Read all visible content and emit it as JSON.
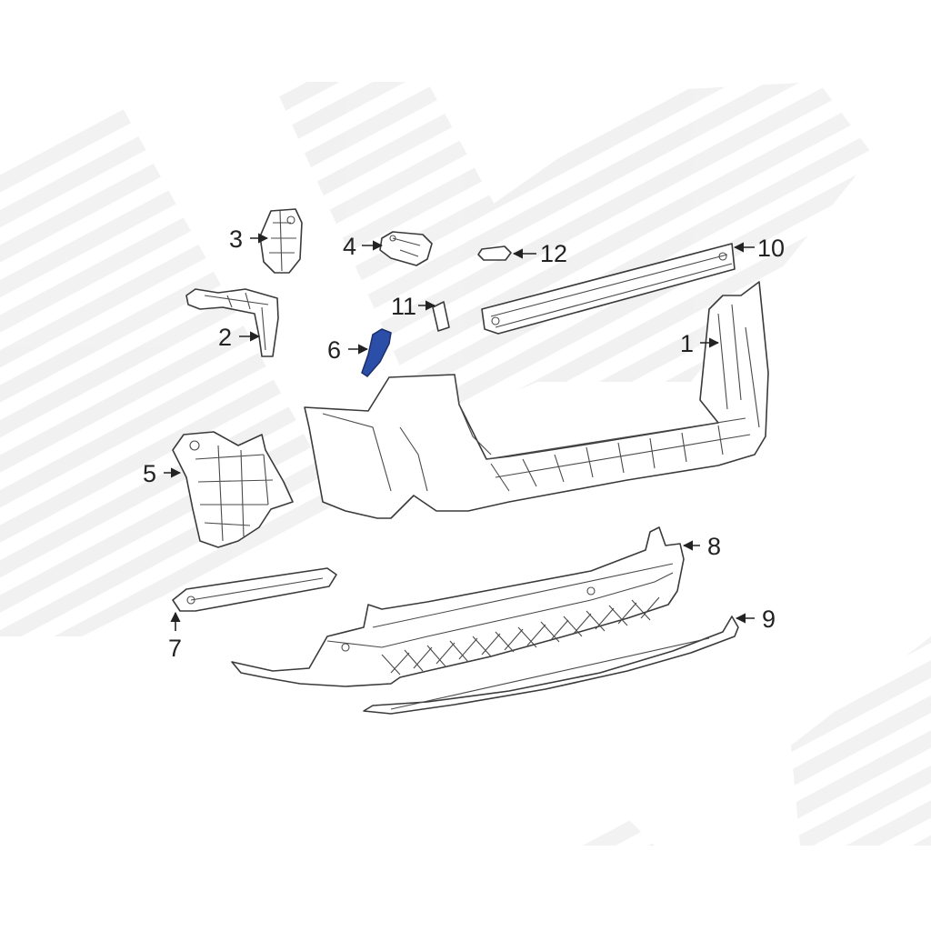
{
  "diagram": {
    "highlight_color": "#2b4ea8",
    "outline_color": "#3a3a3a",
    "watermark_color": "#eeeeee",
    "callouts": [
      {
        "id": "c1",
        "label": "1"
      },
      {
        "id": "c2",
        "label": "2"
      },
      {
        "id": "c3",
        "label": "3"
      },
      {
        "id": "c4",
        "label": "4"
      },
      {
        "id": "c5",
        "label": "5"
      },
      {
        "id": "c6",
        "label": "6"
      },
      {
        "id": "c7",
        "label": "7"
      },
      {
        "id": "c8",
        "label": "8"
      },
      {
        "id": "c9",
        "label": "9"
      },
      {
        "id": "c10",
        "label": "10"
      },
      {
        "id": "c11",
        "label": "11"
      },
      {
        "id": "c12",
        "label": "12"
      }
    ],
    "highlighted_part": "6"
  }
}
